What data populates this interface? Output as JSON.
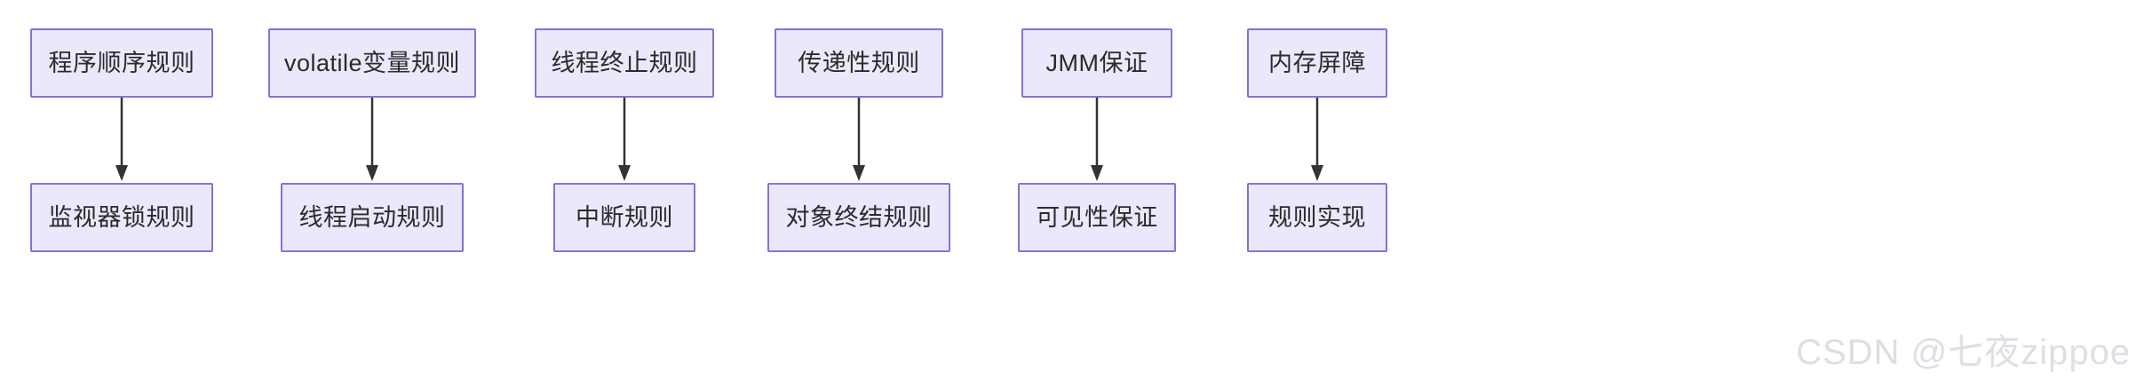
{
  "diagram": {
    "type": "flowchart",
    "direction": "top-to-bottom",
    "background_color": "#ffffff",
    "node_fill_color": "#ebe8fb",
    "node_border_color": "#8c6fd4",
    "node_text_color": "#2b2b2b",
    "edge_color": "#333333",
    "chains": [
      {
        "id": "chain-1",
        "top": {
          "label": "程序顺序规则"
        },
        "bottom": {
          "label": "监视器锁规则"
        },
        "edge": {
          "label": "",
          "arrow": "down-arrow"
        }
      },
      {
        "id": "chain-2",
        "top": {
          "label": "volatile变量规则"
        },
        "bottom": {
          "label": "线程启动规则"
        },
        "edge": {
          "label": "",
          "arrow": "down-arrow"
        }
      },
      {
        "id": "chain-3",
        "top": {
          "label": "线程终止规则"
        },
        "bottom": {
          "label": "中断规则"
        },
        "edge": {
          "label": "",
          "arrow": "down-arrow"
        }
      },
      {
        "id": "chain-4",
        "top": {
          "label": "传递性规则"
        },
        "bottom": {
          "label": "对象终结规则"
        },
        "edge": {
          "label": "",
          "arrow": "down-arrow"
        }
      },
      {
        "id": "chain-5",
        "top": {
          "label": "JMM保证"
        },
        "bottom": {
          "label": "可见性保证"
        },
        "edge": {
          "label": "",
          "arrow": "down-arrow"
        }
      },
      {
        "id": "chain-6",
        "top": {
          "label": "内存屏障"
        },
        "bottom": {
          "label": "规则实现"
        },
        "edge": {
          "label": "",
          "arrow": "down-arrow"
        }
      }
    ]
  },
  "watermark": {
    "text": "CSDN @七夜zippoe",
    "color": "#d9d9e0"
  }
}
